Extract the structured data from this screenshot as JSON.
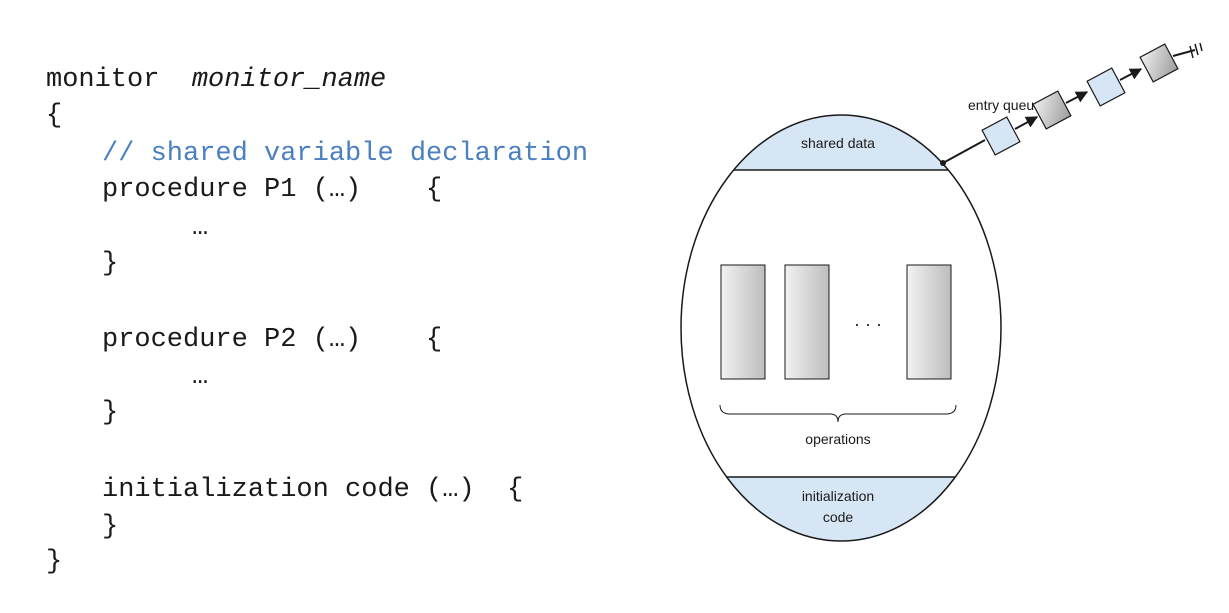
{
  "code": {
    "keyword_monitor": "monitor",
    "monitor_name": "monitor_name",
    "open_brace": "{",
    "comment": "// shared variable declaration",
    "p1_header": "procedure P1 (…)    {",
    "p1_body": "…",
    "p1_close": "}",
    "p2_header": "procedure P2 (…)    {",
    "p2_body": "…",
    "p2_close": "}",
    "init_header": "initialization code (…)  {",
    "init_close": "}",
    "close_brace": "}"
  },
  "diagram": {
    "entry_queue_label": "entry queue",
    "shared_data_label": "shared data",
    "operations_label": "operations",
    "ellipsis": "· · ·",
    "init_label_line1": "initialization",
    "init_label_line2": "code",
    "colors": {
      "shared_fill": "#d6e6f5",
      "operation_fill_light": "#f2f2f2",
      "operation_fill_dark": "#bdbdbd",
      "stroke": "#1a1a1a"
    }
  }
}
